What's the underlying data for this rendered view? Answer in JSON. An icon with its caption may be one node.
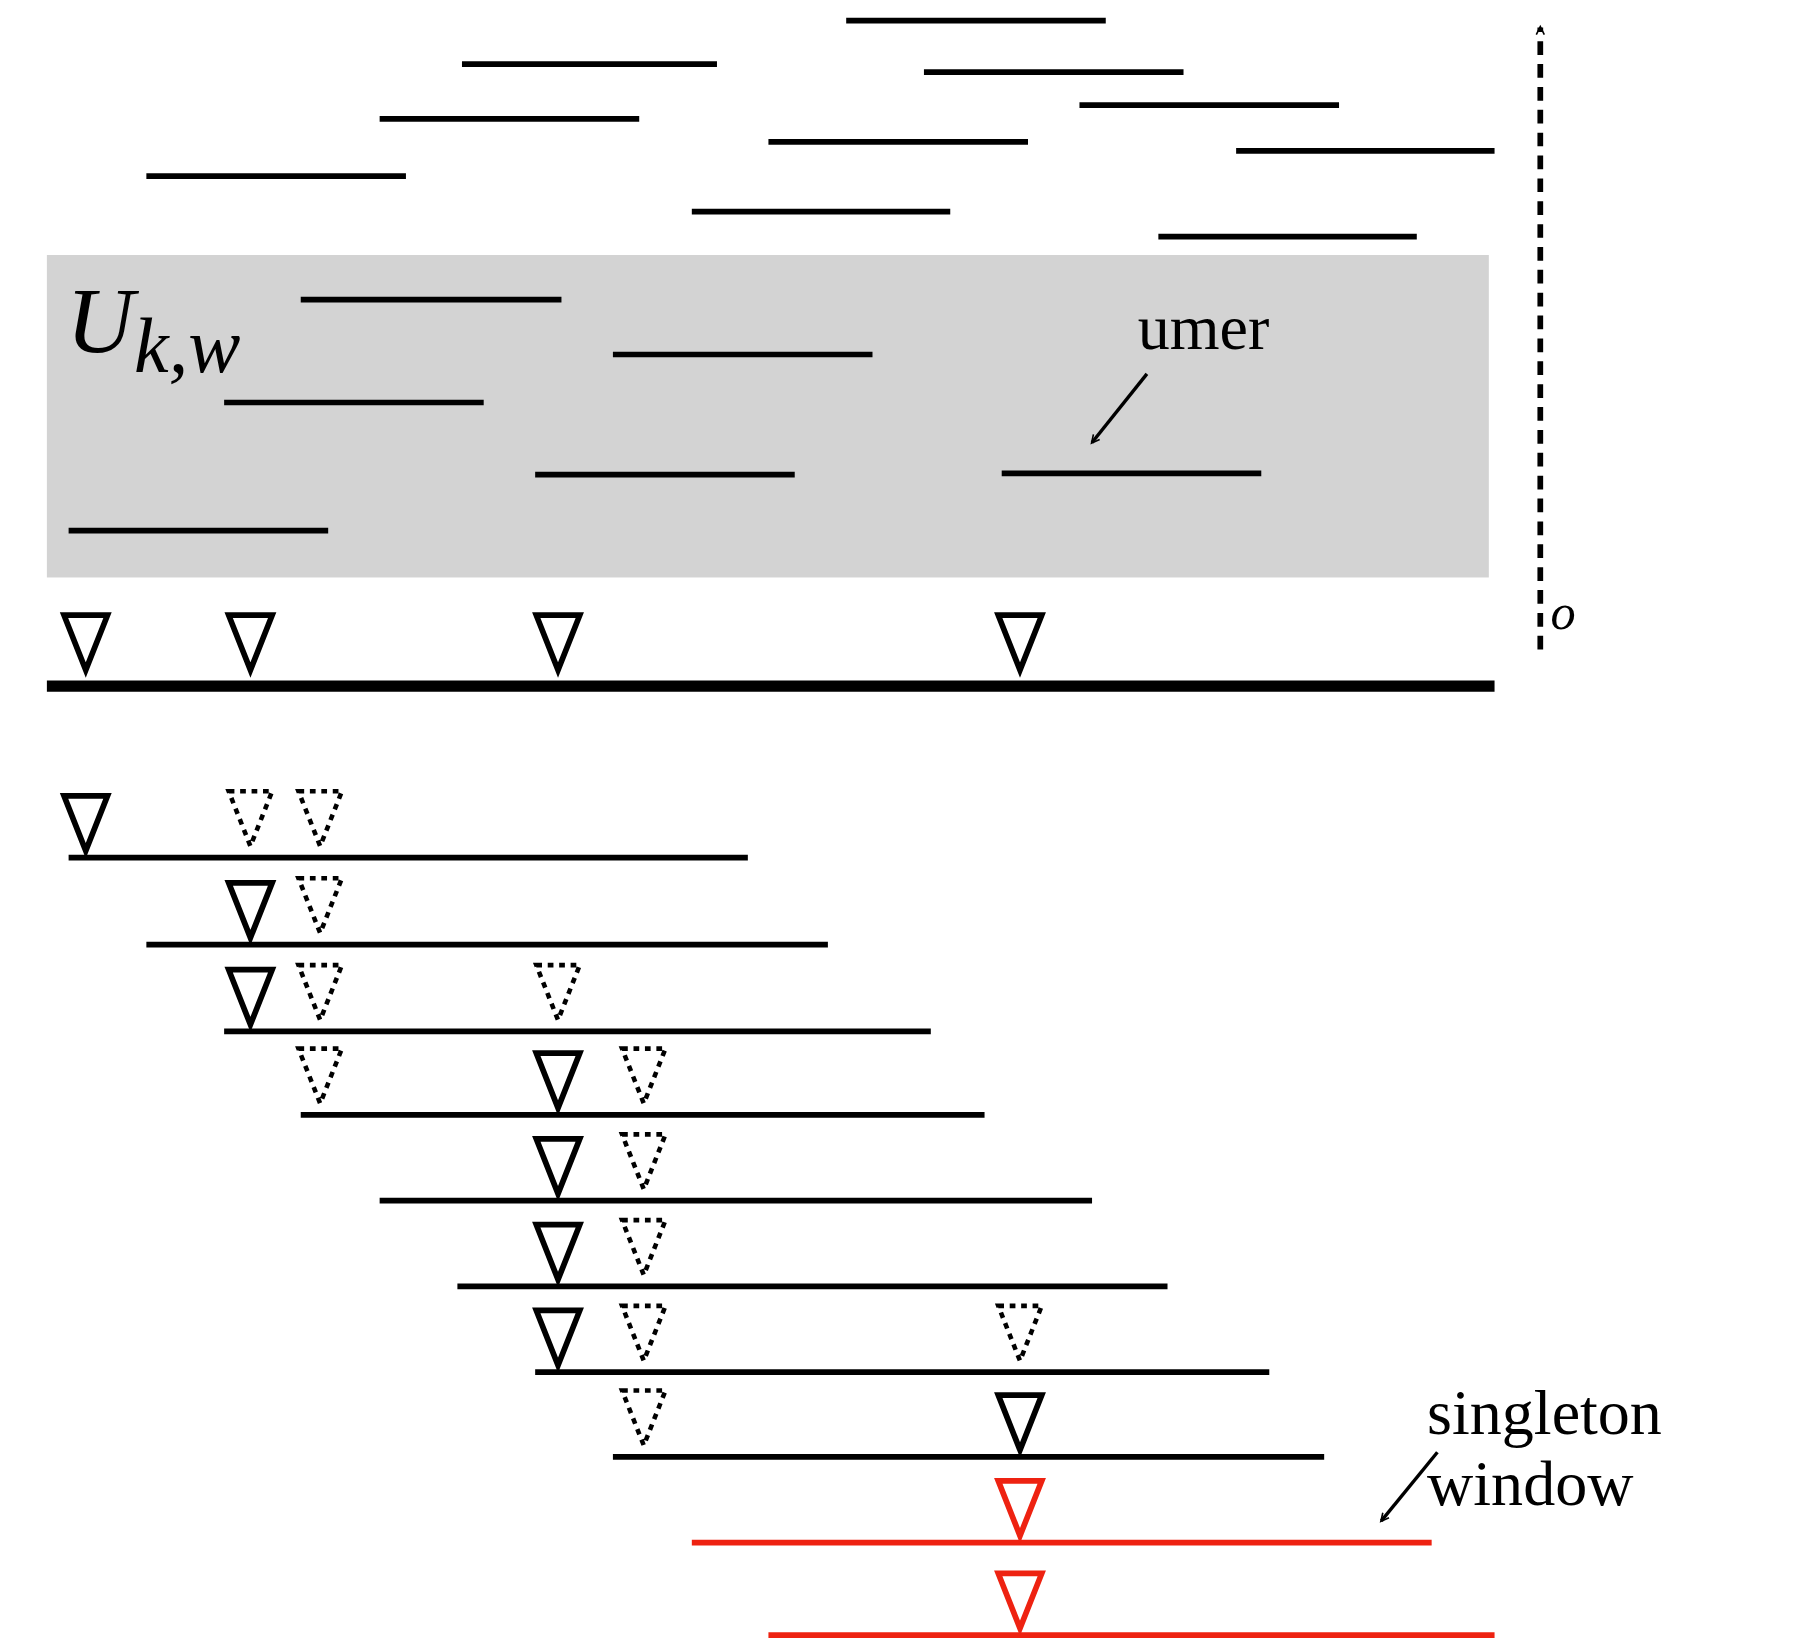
{
  "diagram": {
    "nodes": [
      {
        "text": [
          "umer"
        ]
      },
      {
        "text": [],
        "shape": "bar"
      },
      {
        "text": [
          "singleton window"
        ]
      },
      {
        "text": [],
        "shape": "bar"
      }
    ],
    "edges": [
      {
        "from": 0,
        "to": 1,
        "arrow": "to"
      },
      {
        "from": 2,
        "to": 3,
        "arrow": "to"
      }
    ],
    "labels": [
      "U$_{k,w}$",
      "o"
    ]
  }
}
